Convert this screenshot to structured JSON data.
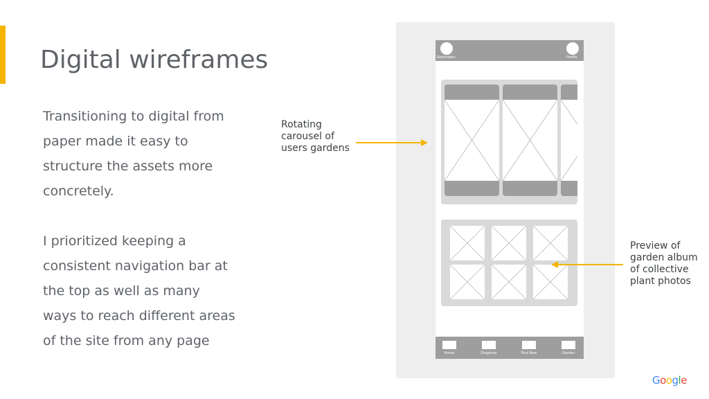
{
  "slide": {
    "title": "Digital wireframes",
    "paragraph1": "Transitioning to digital from paper made it easy to structure the assets more concretely.",
    "paragraph2": "I prioritized keeping a consistent navigation bar at the top as well as many ways to reach different areas of the site from any page",
    "annotation_left": "Rotating carousel of users gardens",
    "annotation_right": "Preview of garden album of collective plant photos"
  },
  "wireframe": {
    "top_left_label": "Reminders",
    "top_right_label": "Profile",
    "nav_items": [
      "Home",
      "Diagnose",
      "Find New",
      "Garden"
    ]
  },
  "branding": {
    "logo_letters": [
      "G",
      "o",
      "o",
      "g",
      "l",
      "e"
    ],
    "logo_colors": [
      "#4285f4",
      "#ea4335",
      "#fbbc05",
      "#4285f4",
      "#34a853",
      "#ea4335"
    ]
  },
  "colors": {
    "accent": "#f4b400",
    "text": "#5f6368",
    "wire_dark": "#9e9e9e",
    "wire_light": "#d9d9d9",
    "canvas": "#eeeeee"
  }
}
